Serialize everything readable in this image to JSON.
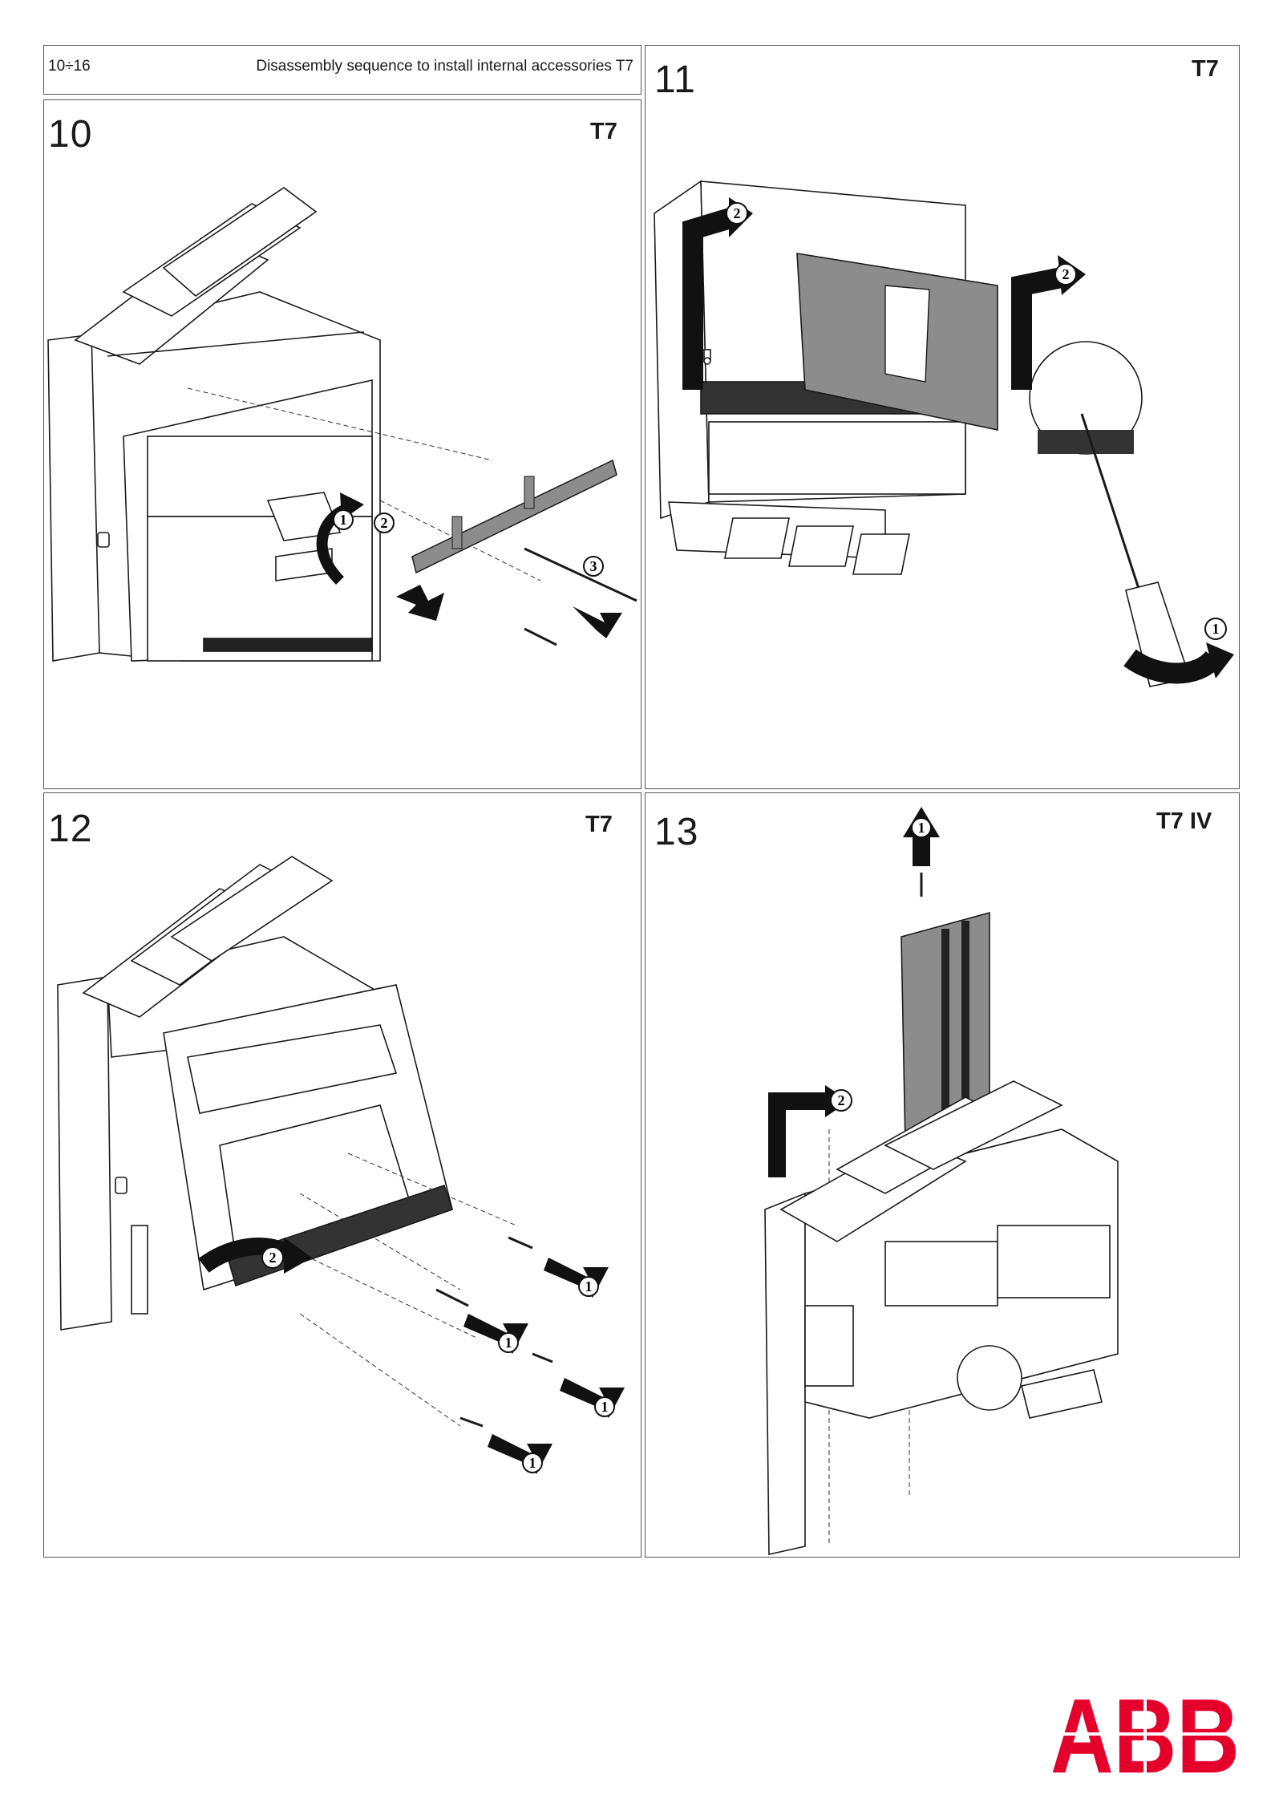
{
  "header": {
    "range": "10÷16",
    "title": "Disassembly sequence to install internal accessories T7"
  },
  "steps": [
    {
      "number": "10",
      "model": "T7",
      "callouts": [
        "1",
        "2",
        "3"
      ]
    },
    {
      "number": "11",
      "model": "T7",
      "callouts": [
        "2",
        "2",
        "1"
      ]
    },
    {
      "number": "12",
      "model": "T7",
      "callouts": [
        "2",
        "1",
        "1",
        "1",
        "1"
      ]
    },
    {
      "number": "13",
      "model": "T7 IV",
      "callouts": [
        "1",
        "2"
      ]
    }
  ],
  "logo": {
    "text": "ABB",
    "color": "#e4002b"
  },
  "colors": {
    "line": "#1a1a1a",
    "panel_gray": "#8c8c8c",
    "arrow": "#111111"
  }
}
